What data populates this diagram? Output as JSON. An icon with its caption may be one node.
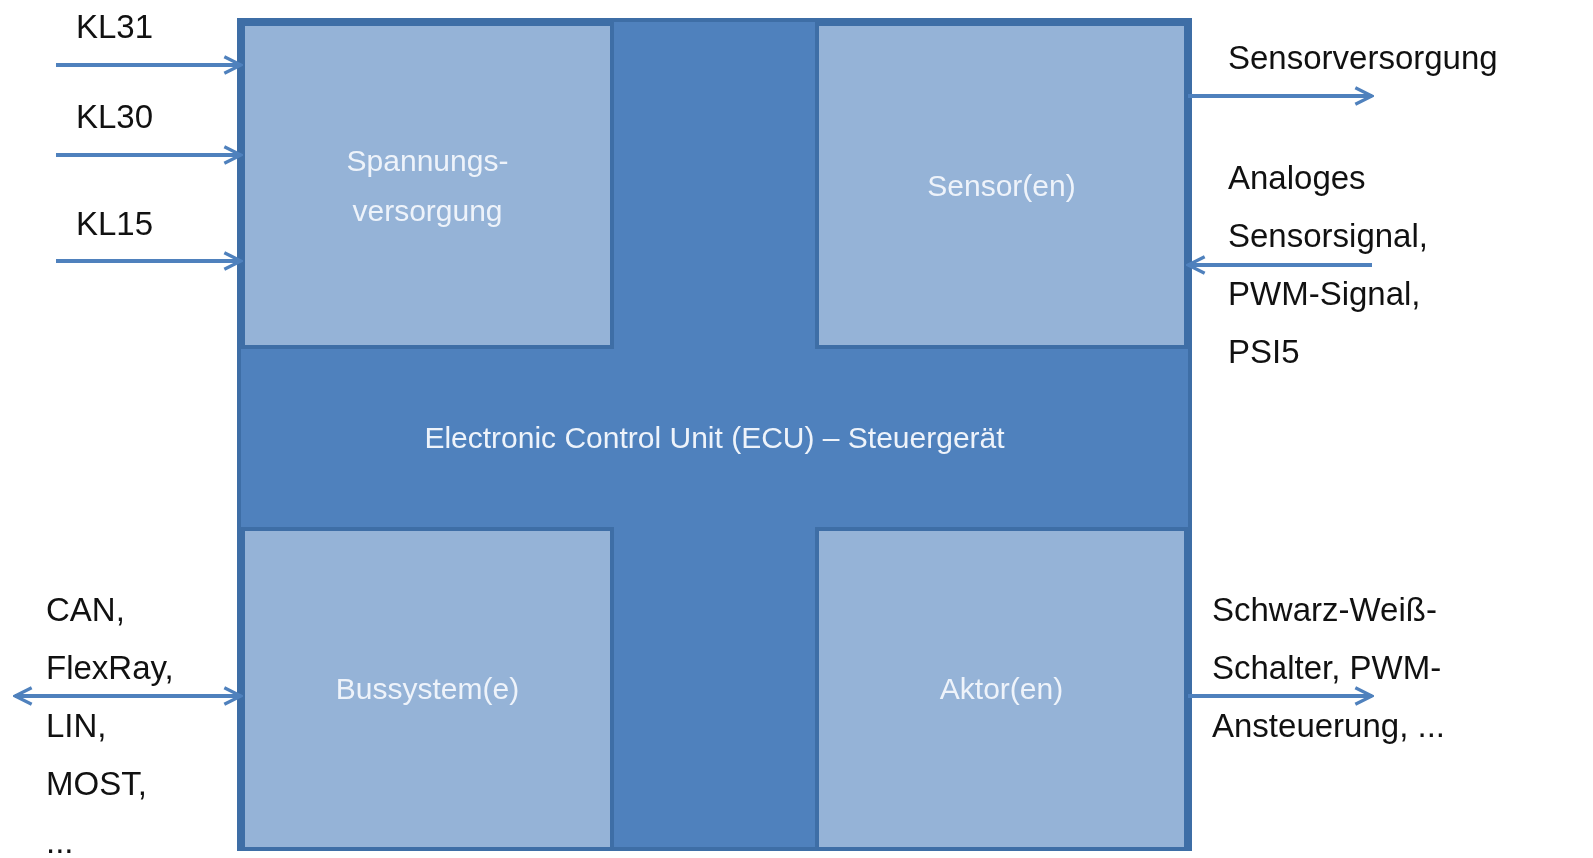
{
  "diagram": {
    "nodes": [
      {
        "text": [
          "Electronic Control Unit  (ECU) – Steuergerät"
        ]
      },
      {
        "text": [
          "Spannungs- versorgung"
        ],
        "in": 0
      },
      {
        "text": [
          "Sensor(en)"
        ],
        "in": 0
      },
      {
        "text": [
          "Bussystem(e)"
        ],
        "in": 0
      },
      {
        "text": [
          "Aktor(en)"
        ],
        "in": 0
      },
      {
        "text": [
          "KL31"
        ]
      },
      {
        "text": [
          "Sensorversorgung"
        ]
      },
      {
        "text": [
          "KL30"
        ]
      },
      {
        "text": [
          "Analoges Sensorsignal, PWM-Signal, PSI5"
        ]
      },
      {
        "text": [
          "KL15"
        ]
      },
      {
        "text": [
          "CAN, FlexRay, LIN, MOST, ..."
        ]
      },
      {
        "text": [
          "Schwarz-Weiß- Schalter, PWM- Ansteuerung, ..."
        ]
      }
    ],
    "edges": [
      {
        "from": 5,
        "to": 1,
        "arrow": "to"
      },
      {
        "from": 7,
        "to": 1,
        "arrow": "to"
      },
      {
        "from": 9,
        "to": 1,
        "arrow": "to"
      },
      {
        "from": 2,
        "to": 6,
        "arrow": "to"
      },
      {
        "from": 8,
        "to": 2,
        "arrow": "to"
      },
      {
        "from": 10,
        "to": 3,
        "arrow": "both"
      },
      {
        "from": 4,
        "to": 11,
        "arrow": "to"
      }
    ]
  }
}
